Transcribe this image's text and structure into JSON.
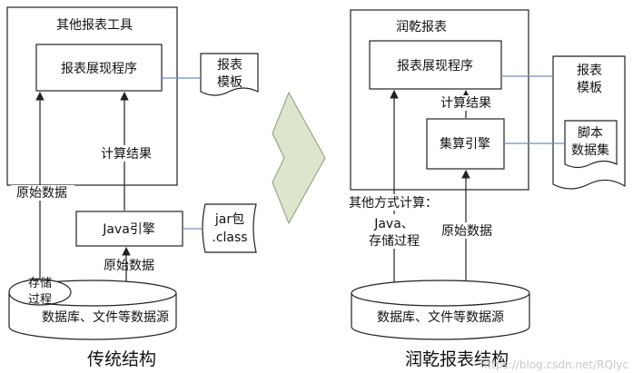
{
  "left": {
    "container_title": "其他报表工具",
    "report_program": "报表展现程序",
    "report_template": [
      "报表",
      "模板"
    ],
    "calc_result": "计算结果",
    "raw_data_side": "原始数据",
    "engine": "Java引擎",
    "jar_doc": [
      "jar包",
      ".class"
    ],
    "raw_data_bottom": "原始数据",
    "stored_proc": [
      "存储",
      "过程"
    ],
    "database": "数据库、文件等数据源",
    "caption": "传统结构"
  },
  "right": {
    "container_title": "润乾报表",
    "report_program": "报表展现程序",
    "calc_result": "计算结果",
    "engine": "集算引擎",
    "report_template": [
      "报表",
      "模板"
    ],
    "script_dataset": [
      "脚本",
      "数据集"
    ],
    "other_calc": "其他方式计算：",
    "other_calc_items": [
      "Java、",
      "存储过程"
    ],
    "raw_data": "原始数据",
    "database": "数据库、文件等数据源",
    "caption": "润乾报表结构"
  },
  "watermark": "https://blog.csdn.net/RQlyc",
  "colors": {
    "connector_blue": "#6d8fc4",
    "arrow_fill": "#dde5cd",
    "arrow_stroke": "#8a9a75"
  }
}
